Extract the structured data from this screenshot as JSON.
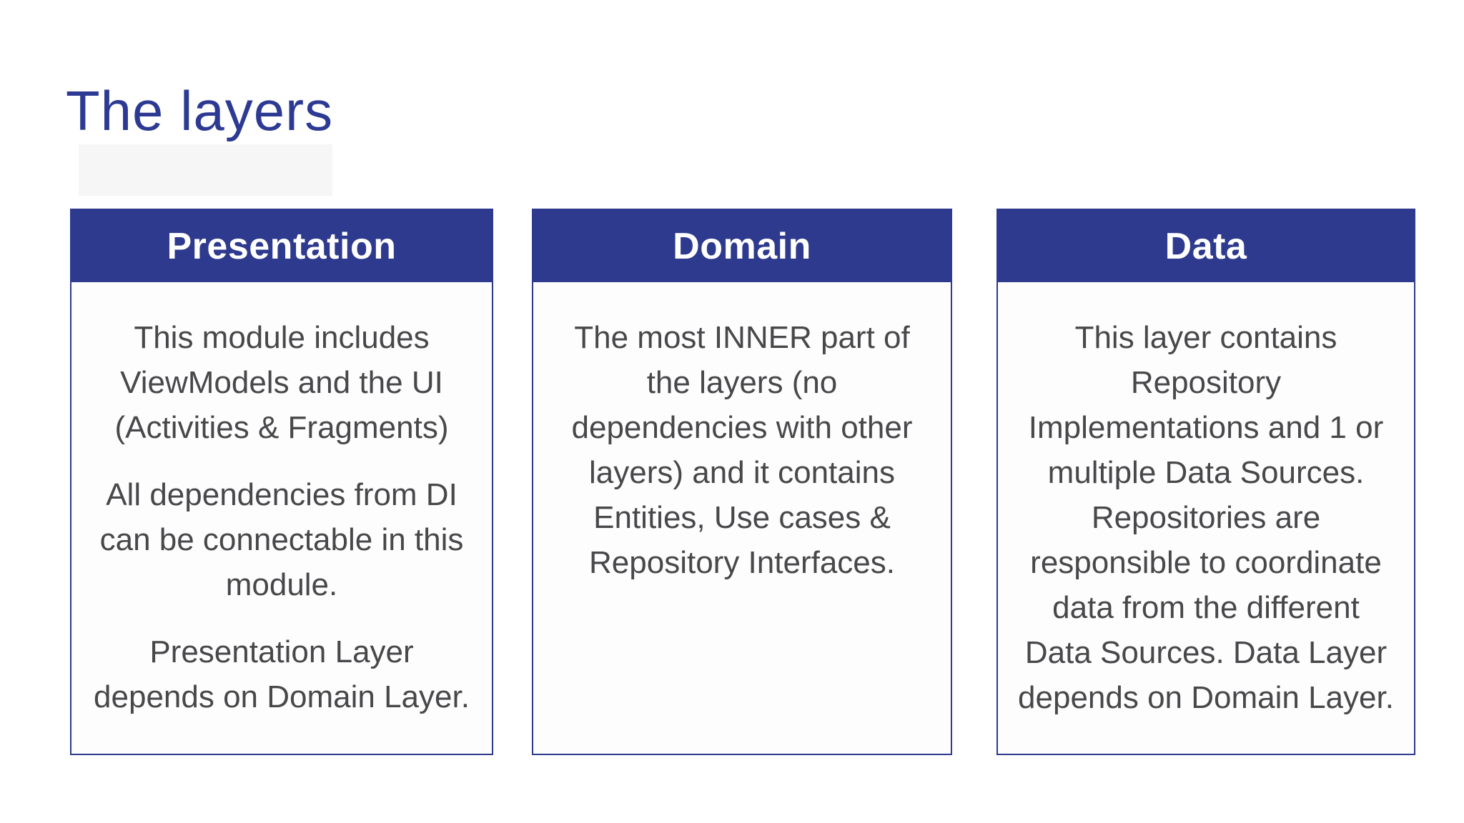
{
  "page": {
    "title": "The layers"
  },
  "colors": {
    "accent_blue": "#2e3a8d",
    "title_blue": "#2d3a93",
    "header_text": "#ffffff",
    "body_text": "#48484a",
    "card_background": "#fdfdfe",
    "page_background": "#ffffff"
  },
  "cards": [
    {
      "header": "Presentation",
      "paragraphs": [
        "This module includes ViewModels and the UI (Activities & Fragments)",
        "All dependencies from DI can be connectable in this module.",
        "Presentation Layer depends on Domain Layer."
      ]
    },
    {
      "header": "Domain",
      "paragraphs": [
        "The most INNER part of the layers (no dependencies with other layers) and it contains Entities, Use cases & Repository Interfaces."
      ]
    },
    {
      "header": "Data",
      "paragraphs": [
        "This layer contains Repository Implementations and 1 or multiple Data Sources. Repositories are responsible to coordinate data from the different Data Sources. Data Layer depends on Domain Layer."
      ]
    }
  ]
}
